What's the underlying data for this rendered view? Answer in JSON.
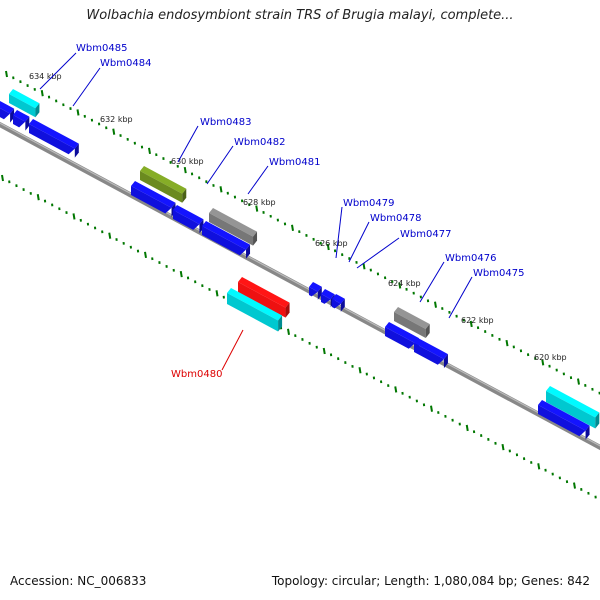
{
  "title": "Wolbachia endosymbiont strain TRS of Brugia malayi, complete...",
  "footer": {
    "accession": "Accession: NC_006833",
    "summary": "Topology: circular; Length: 1,080,084 bp; Genes: 842"
  },
  "colors": {
    "forward_gene": "#1010dd",
    "reverse_gene": "#00c8d0",
    "other_gene": "#777777",
    "highlight_gene": "#ee1111",
    "olive_gene": "#6b8a1f",
    "backbone": "#888888",
    "tick": "#007700",
    "label_blue": "#0000cc",
    "label_red": "#dd0000"
  },
  "kbp_labels": [
    {
      "text": "634 kbp",
      "kbp": 634
    },
    {
      "text": "632 kbp",
      "kbp": 632
    },
    {
      "text": "630 kbp",
      "kbp": 630
    },
    {
      "text": "628 kbp",
      "kbp": 628
    },
    {
      "text": "626 kbp",
      "kbp": 626
    },
    {
      "text": "624 kbp",
      "kbp": 624
    },
    {
      "text": "622 kbp",
      "kbp": 622
    },
    {
      "text": "620 kbp",
      "kbp": 620
    }
  ],
  "gene_labels": [
    {
      "id": "Wbm0485",
      "text": "Wbm0485",
      "color": "blue"
    },
    {
      "id": "Wbm0484",
      "text": "Wbm0484",
      "color": "blue"
    },
    {
      "id": "Wbm0483",
      "text": "Wbm0483",
      "color": "blue"
    },
    {
      "id": "Wbm0482",
      "text": "Wbm0482",
      "color": "blue"
    },
    {
      "id": "Wbm0481",
      "text": "Wbm0481",
      "color": "blue"
    },
    {
      "id": "Wbm0479",
      "text": "Wbm0479",
      "color": "blue"
    },
    {
      "id": "Wbm0478",
      "text": "Wbm0478",
      "color": "blue"
    },
    {
      "id": "Wbm0477",
      "text": "Wbm0477",
      "color": "blue"
    },
    {
      "id": "Wbm0476",
      "text": "Wbm0476",
      "color": "blue"
    },
    {
      "id": "Wbm0475",
      "text": "Wbm0475",
      "color": "blue"
    },
    {
      "id": "Wbm0480",
      "text": "Wbm0480",
      "color": "red"
    }
  ]
}
